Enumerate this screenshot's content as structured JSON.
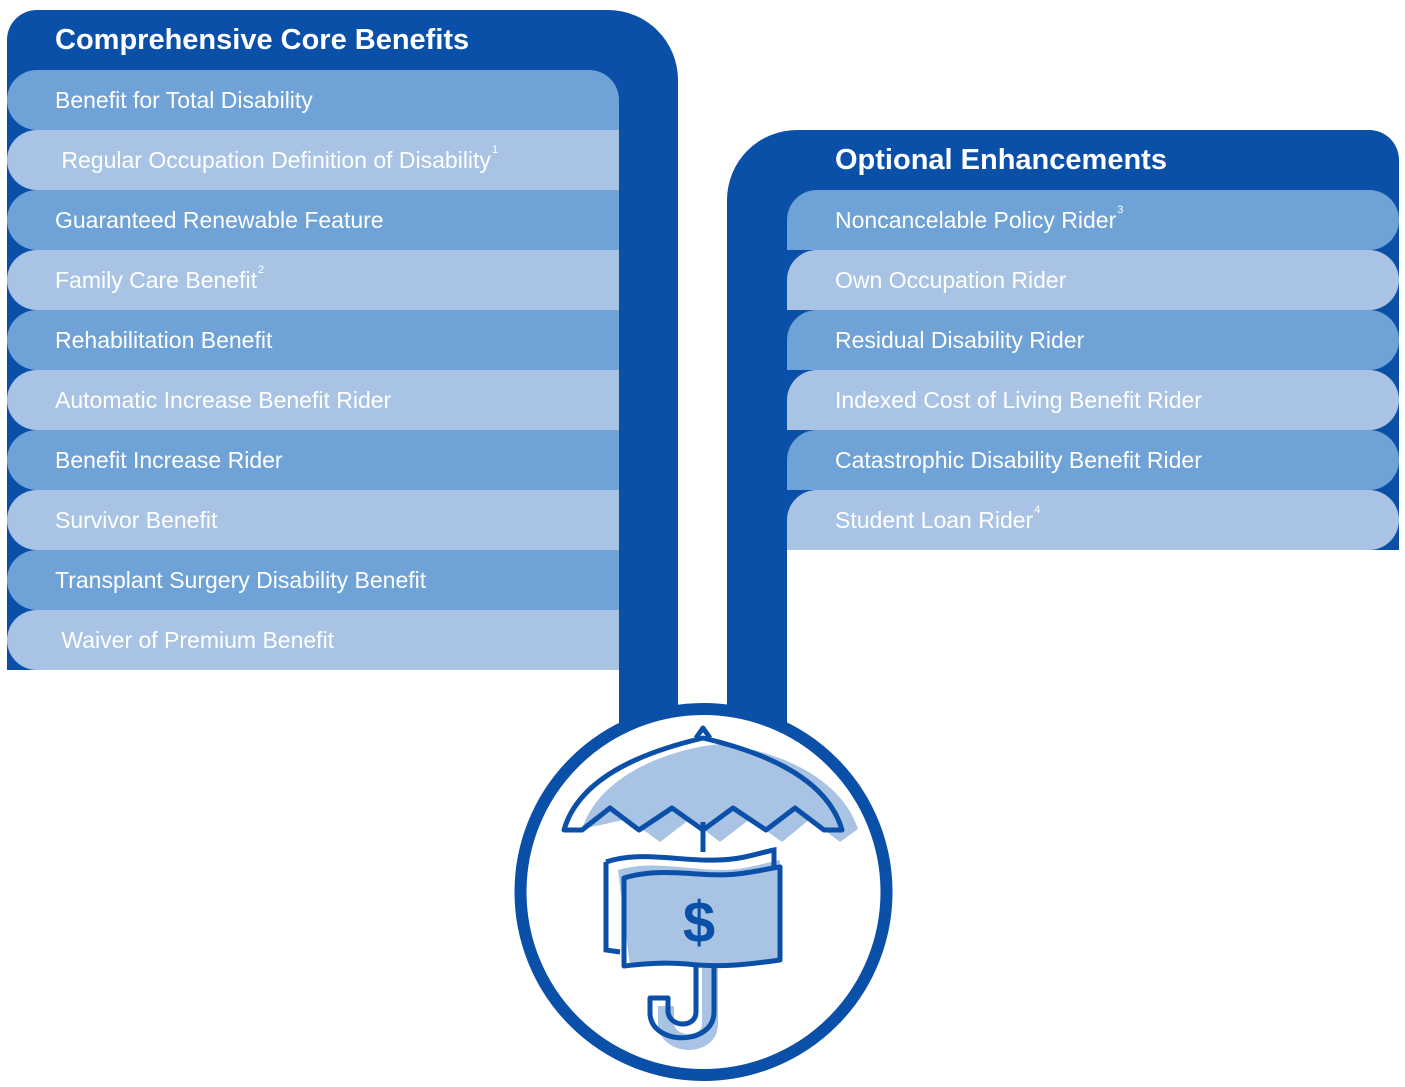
{
  "core": {
    "title": "Comprehensive Core Benefits",
    "items": [
      {
        "label": "Benefit for Total Disability",
        "sup": ""
      },
      {
        "label": " Regular Occupation Definition of Disability",
        "sup": "1"
      },
      {
        "label": "Guaranteed Renewable Feature",
        "sup": ""
      },
      {
        "label": "Family Care Benefit",
        "sup": "2"
      },
      {
        "label": "Rehabilitation Benefit",
        "sup": ""
      },
      {
        "label": "Automatic Increase Benefit Rider",
        "sup": ""
      },
      {
        "label": "Benefit Increase Rider",
        "sup": ""
      },
      {
        "label": "Survivor Benefit",
        "sup": ""
      },
      {
        "label": "Transplant Surgery Disability Benefit",
        "sup": ""
      },
      {
        "label": " Waiver of Premium Benefit",
        "sup": ""
      }
    ]
  },
  "optional": {
    "title": "Optional Enhancements",
    "items": [
      {
        "label": "Noncancelable Policy Rider",
        "sup": "3"
      },
      {
        "label": "Own Occupation Rider",
        "sup": ""
      },
      {
        "label": "Residual Disability Rider",
        "sup": ""
      },
      {
        "label": "Indexed Cost of Living Benefit Rider",
        "sup": ""
      },
      {
        "label": "Catastrophic Disability Benefit Rider",
        "sup": ""
      },
      {
        "label": "Student Loan Rider",
        "sup": "4"
      }
    ]
  },
  "icon": {
    "name": "umbrella-dollar-icon",
    "symbol": "$"
  },
  "colors": {
    "dark_blue": "#0a4fa8",
    "mid_blue": "#6fa2d6",
    "light_blue": "#a9c3e5"
  }
}
